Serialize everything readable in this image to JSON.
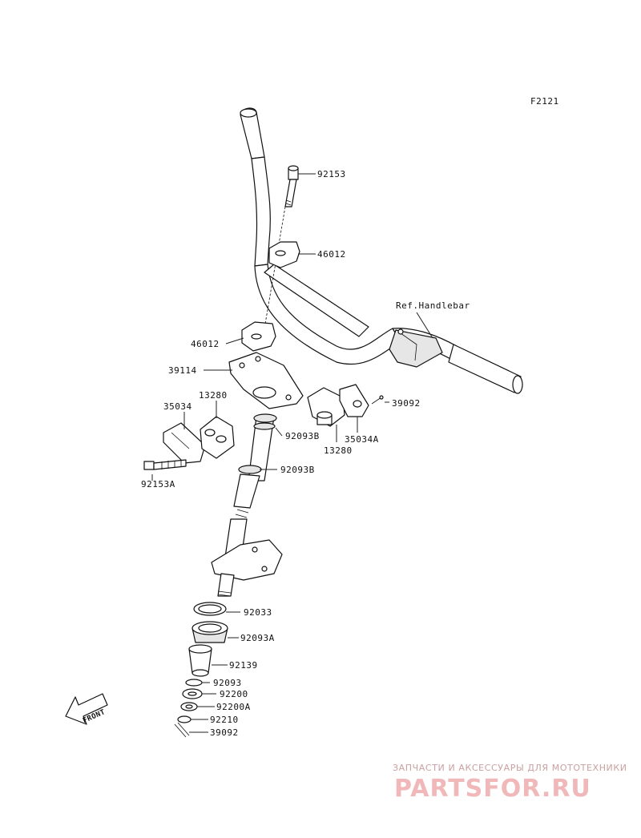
{
  "figure_code": "F2121",
  "ref_label": "Ref.Handlebar",
  "front_label": "FRONT",
  "parts": [
    {
      "id": "p-92153",
      "label": "92153"
    },
    {
      "id": "p-46012-top",
      "label": "46012"
    },
    {
      "id": "p-46012-bottom",
      "label": "46012"
    },
    {
      "id": "p-39114",
      "label": "39114"
    },
    {
      "id": "p-35034",
      "label": "35034"
    },
    {
      "id": "p-13280-left",
      "label": "13280"
    },
    {
      "id": "p-92153A",
      "label": "92153A"
    },
    {
      "id": "p-92093B-upper",
      "label": "92093B"
    },
    {
      "id": "p-92093B-lower",
      "label": "92093B"
    },
    {
      "id": "p-35034A",
      "label": "35034A"
    },
    {
      "id": "p-13280-right",
      "label": "13280"
    },
    {
      "id": "p-39092-top",
      "label": "39092"
    },
    {
      "id": "p-92033",
      "label": "92033"
    },
    {
      "id": "p-92093A",
      "label": "92093A"
    },
    {
      "id": "p-92139",
      "label": "92139"
    },
    {
      "id": "p-92093",
      "label": "92093"
    },
    {
      "id": "p-92200",
      "label": "92200"
    },
    {
      "id": "p-92200A",
      "label": "92200A"
    },
    {
      "id": "p-92210",
      "label": "92210"
    },
    {
      "id": "p-39092-bottom",
      "label": "39092"
    }
  ],
  "watermark": {
    "line1": "ЗАПЧАСТИ И АКСЕССУАРЫ ДЛЯ МОТОТЕХНИКИ",
    "line2": "PARTSFOR.RU"
  }
}
